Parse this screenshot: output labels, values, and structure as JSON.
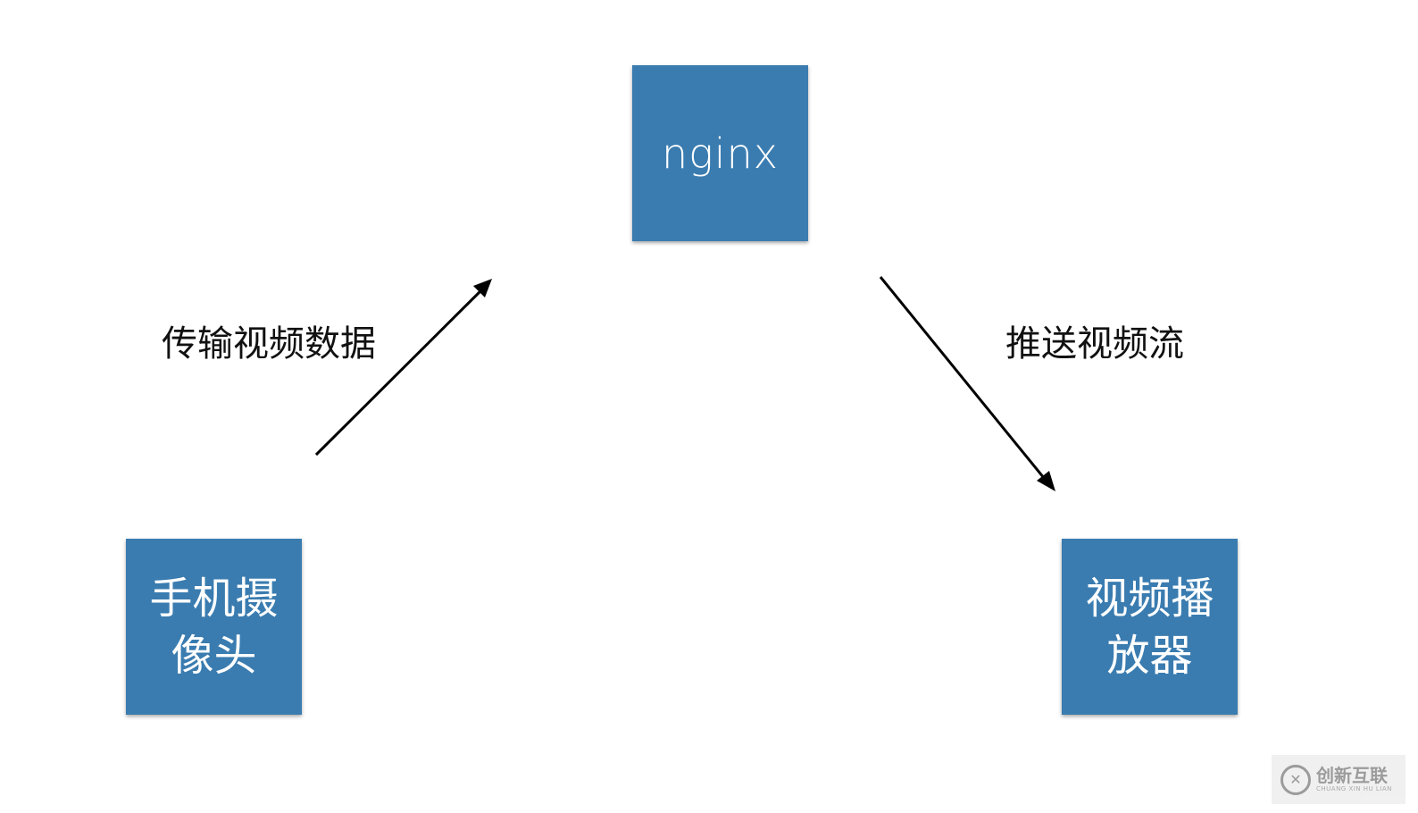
{
  "nodes": {
    "server": {
      "label": "nginx",
      "color": "#3a7cb0"
    },
    "source": {
      "label": "手机摄\n像头",
      "color": "#3a7cb0"
    },
    "player": {
      "label": "视频播\n放器",
      "color": "#3a7cb0"
    }
  },
  "edges": {
    "upload": {
      "label": "传输视频数据",
      "from": "source",
      "to": "server"
    },
    "push": {
      "label": "推送视频流",
      "from": "server",
      "to": "player"
    }
  },
  "watermark": {
    "name": "创新互联",
    "subtitle": "CHUANG XIN HU LIAN"
  }
}
